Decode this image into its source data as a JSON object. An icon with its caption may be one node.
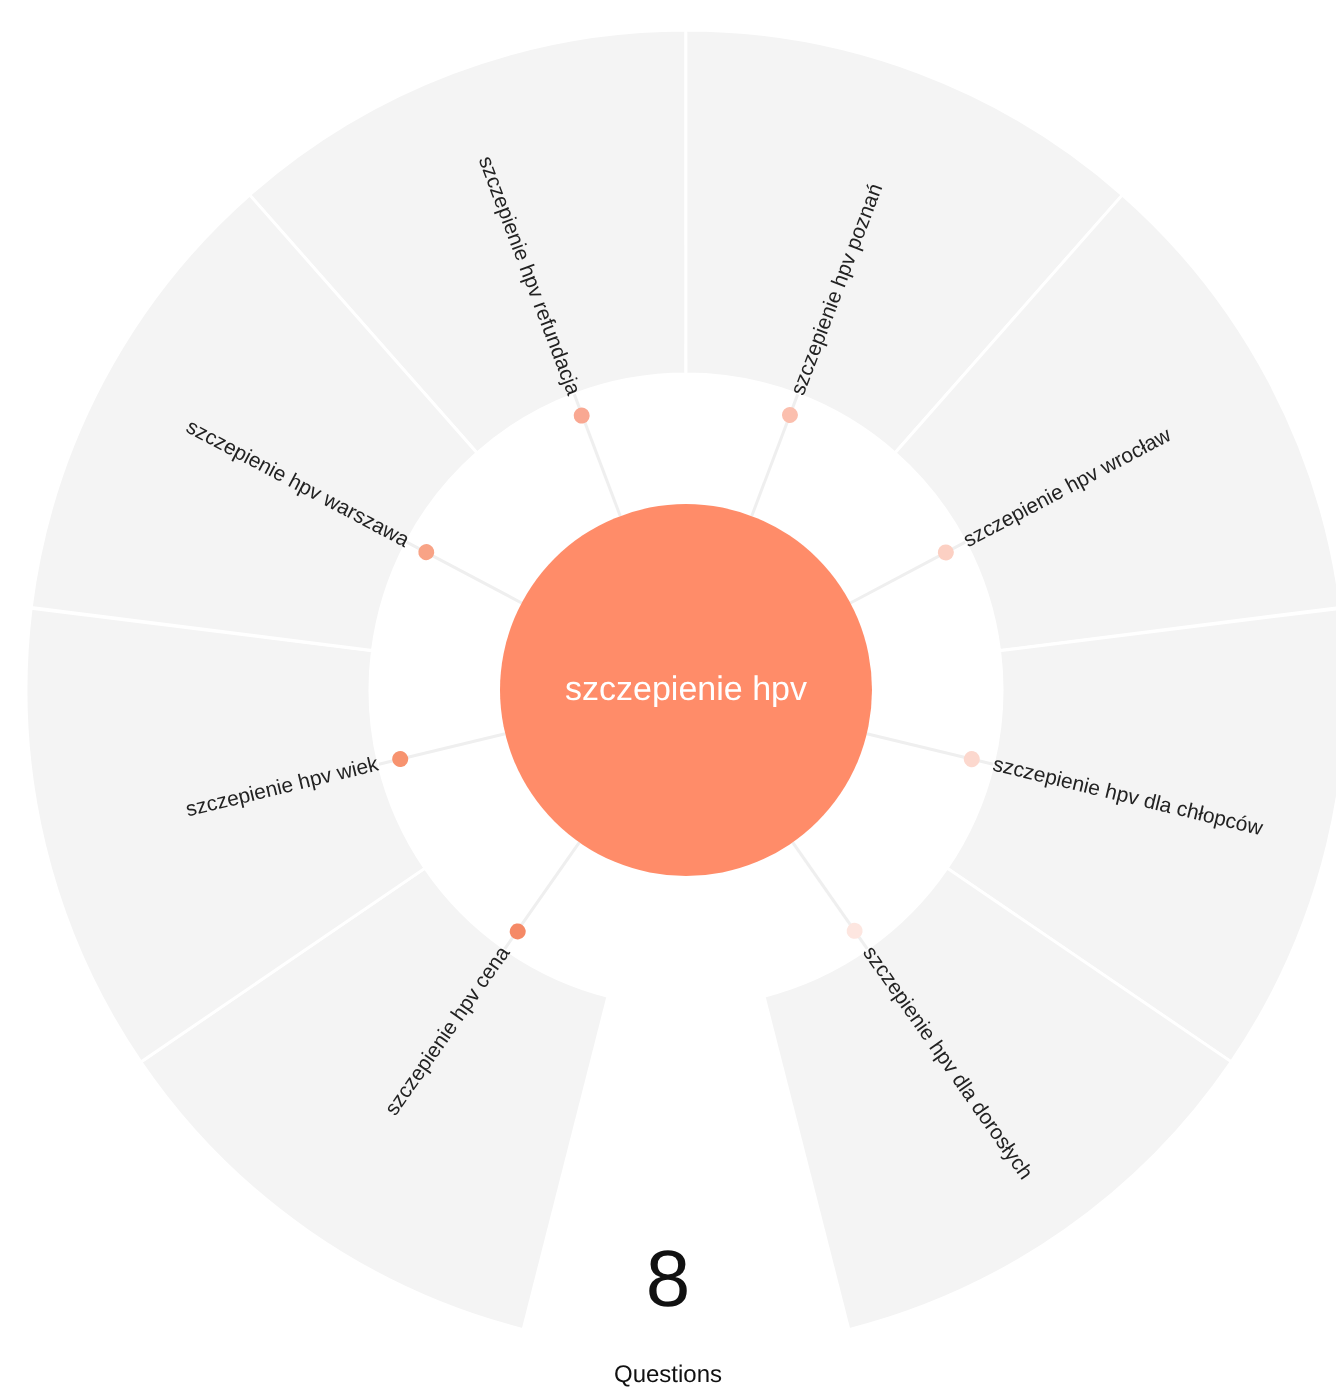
{
  "diagram": {
    "nodes": [
      {
        "text": [
          "szczepienie hpv"
        ]
      },
      {
        "text": [
          "szczepienie hpv refundacja"
        ]
      },
      {
        "text": [
          "szczepienie hpv poznań"
        ]
      },
      {
        "text": [
          "szczepienie hpv wrocław"
        ]
      },
      {
        "text": [
          "szczepienie hpv dla chłopców"
        ]
      },
      {
        "text": [
          "szczepienie hpv dla dorosłych"
        ]
      },
      {
        "text": [
          "szczepienie hpv cena"
        ]
      },
      {
        "text": [
          "szczepienie hpv wiek"
        ]
      },
      {
        "text": [
          "szczepienie hpv warszawa"
        ]
      }
    ],
    "edges": [
      {
        "from": 0,
        "to": 1,
        "arrow": "none"
      },
      {
        "from": 0,
        "to": 2,
        "arrow": "none"
      },
      {
        "from": 0,
        "to": 3,
        "arrow": "none"
      },
      {
        "from": 0,
        "to": 4,
        "arrow": "none"
      },
      {
        "from": 0,
        "to": 5,
        "arrow": "none"
      },
      {
        "from": 0,
        "to": 6,
        "arrow": "none"
      },
      {
        "from": 0,
        "to": 7,
        "arrow": "none"
      },
      {
        "from": 0,
        "to": 8,
        "arrow": "none"
      }
    ],
    "labels": [
      "8",
      "Questions"
    ]
  }
}
